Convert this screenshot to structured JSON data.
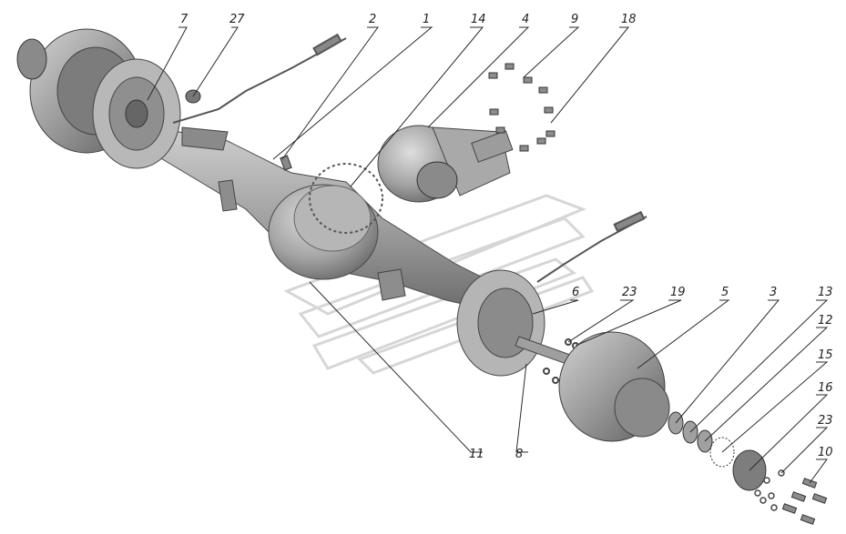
{
  "colors": {
    "background": "#ffffff",
    "part_dark": "#6f6f6f",
    "part_mid": "#9a9a9a",
    "part_light": "#c9c9c9",
    "leader": "#2b2b2b",
    "watermark": "#d6d6d6"
  },
  "callouts": [
    {
      "id": "c7",
      "text": "7"
    },
    {
      "id": "c27",
      "text": "27"
    },
    {
      "id": "c2",
      "text": "2"
    },
    {
      "id": "c1",
      "text": "1"
    },
    {
      "id": "c14",
      "text": "14"
    },
    {
      "id": "c4",
      "text": "4"
    },
    {
      "id": "c9",
      "text": "9"
    },
    {
      "id": "c18",
      "text": "18"
    },
    {
      "id": "c6",
      "text": "6"
    },
    {
      "id": "c23a",
      "text": "23"
    },
    {
      "id": "c19",
      "text": "19"
    },
    {
      "id": "c5",
      "text": "5"
    },
    {
      "id": "c3",
      "text": "3"
    },
    {
      "id": "c13",
      "text": "13"
    },
    {
      "id": "c12",
      "text": "12"
    },
    {
      "id": "c15",
      "text": "15"
    },
    {
      "id": "c16",
      "text": "16"
    },
    {
      "id": "c23b",
      "text": "23"
    },
    {
      "id": "c10",
      "text": "10"
    },
    {
      "id": "c11",
      "text": "11"
    },
    {
      "id": "c8",
      "text": "8"
    }
  ]
}
